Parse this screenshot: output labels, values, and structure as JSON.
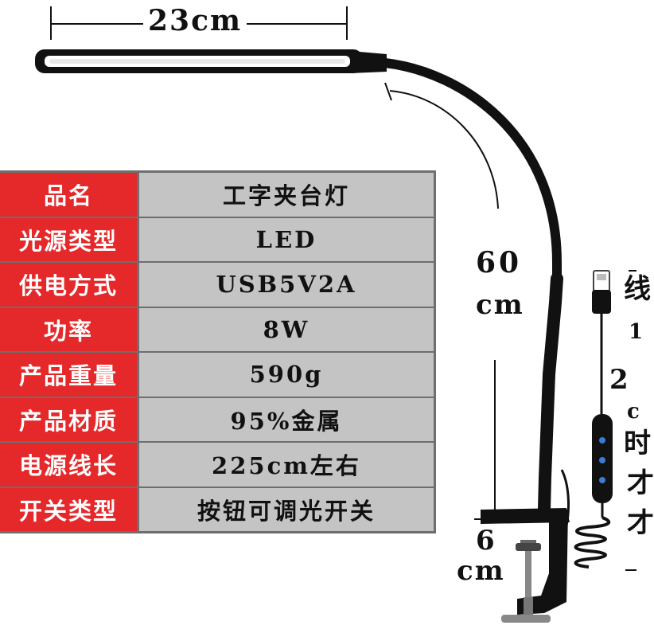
{
  "dimensions": {
    "width_label": "23cm",
    "height_number": "60",
    "height_unit": "cm",
    "clamp_number": "6",
    "clamp_unit": "cm"
  },
  "specs": {
    "rows": [
      {
        "key": "品名",
        "value": "工字夹台灯"
      },
      {
        "key": "光源类型",
        "value": "LED"
      },
      {
        "key": "供电方式",
        "value": "USB5V2A"
      },
      {
        "key": "功率",
        "value": "8W"
      },
      {
        "key": "产品重量",
        "value": "590g"
      },
      {
        "key": "产品材质",
        "value": "95%金属"
      },
      {
        "key": "电源线长",
        "value": "225cm左右"
      },
      {
        "key": "开关类型",
        "value": "按钮可调光开关"
      }
    ]
  },
  "cable_side_text": {
    "chars": [
      "线",
      "1",
      "2",
      "c",
      "时",
      "才",
      "才"
    ]
  },
  "colors": {
    "key_cell": "#e5282a",
    "value_cell": "#c4c4c4",
    "table_border": "#6e6e6e",
    "lamp_body": "#111111"
  }
}
